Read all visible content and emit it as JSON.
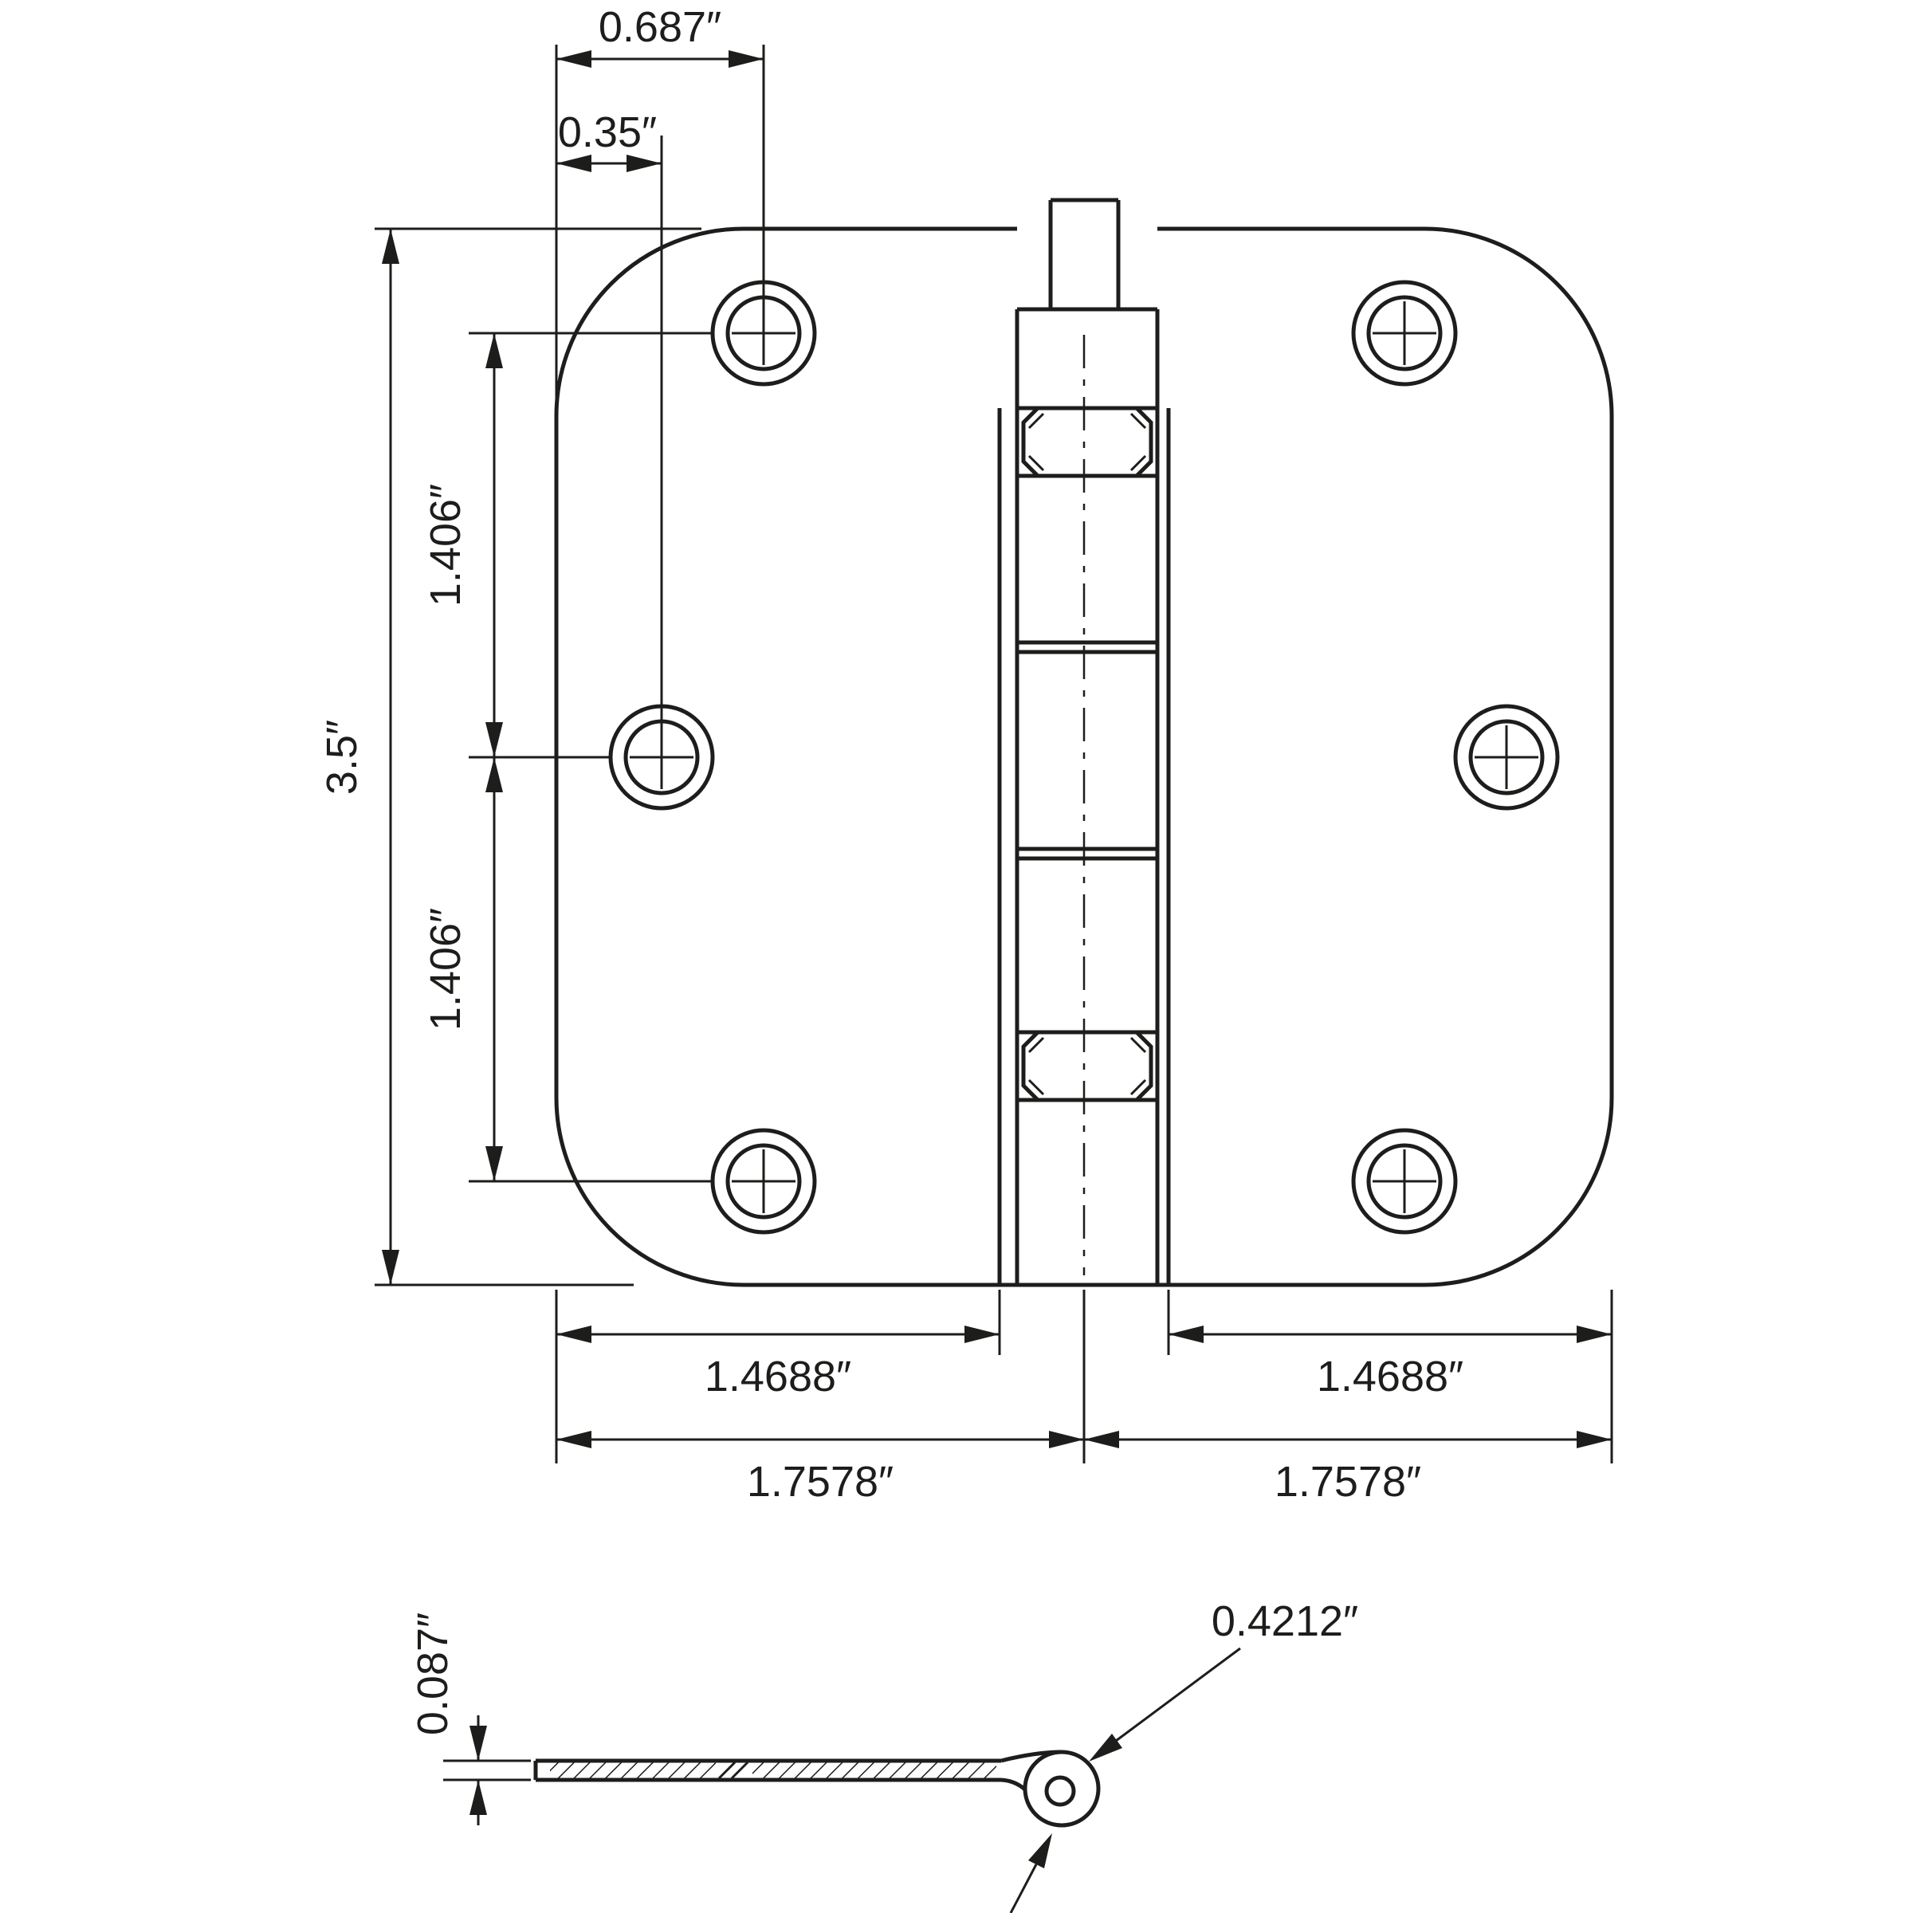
{
  "drawing": {
    "title": "door-hinge-dimension-drawing",
    "colors": {
      "ink": "#1d1d1b",
      "paper": "#ffffff"
    },
    "top_view": {
      "dim_hole_offset_top": "0.687″",
      "dim_hole_offset_mid": "0.35″",
      "dim_height": "3.5″",
      "dim_hole_spacing_upper": "1.406″",
      "dim_hole_spacing_lower": "1.406″",
      "dim_leaf_left": "1.4688″",
      "dim_leaf_right": "1.4688″",
      "dim_half_left": "1.7578″",
      "dim_half_right": "1.7578″"
    },
    "side_view": {
      "dim_thickness": "0.087″",
      "dim_curl": "0.4212″"
    }
  }
}
